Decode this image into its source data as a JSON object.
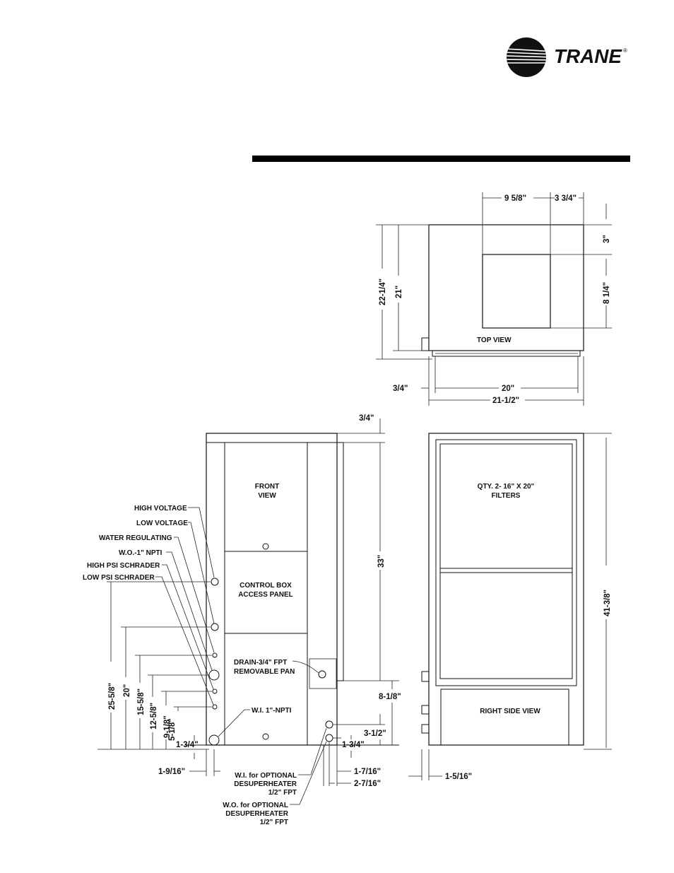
{
  "brand": {
    "name": "TRANE",
    "registered_mark": "®"
  },
  "top_view": {
    "title": "TOP VIEW",
    "dims": {
      "d_9_5_8": "9 5/8\"",
      "d_3_3_4": "3 3/4\"",
      "d_3": "3\"",
      "d_8_1_4": "8 1/4\"",
      "d_22_1_4": "22-1/4\"",
      "d_21": "21\"",
      "d_3_4": "3/4\"",
      "d_20": "20\"",
      "d_21_1_2": "21-1/2\""
    }
  },
  "front_view": {
    "title_line1": "FRONT",
    "title_line2": "VIEW",
    "panel_line1": "CONTROL BOX",
    "panel_line2": "ACCESS PANEL",
    "drain_line1": "DRAIN-3/4\" FPT",
    "drain_line2": "REMOVABLE PAN",
    "callouts": {
      "high_voltage": "HIGH VOLTAGE",
      "low_voltage": "LOW VOLTAGE",
      "water_regulating": "WATER REGULATING",
      "wo_npti": "W.O.-1\" NPTI",
      "high_psi": "HIGH PSI SCHRADER",
      "low_psi": "LOW PSI SCHRADER",
      "wi_npti": "W.I. 1\"-NPTI",
      "wi_desup_1": "W.I. for OPTIONAL",
      "wi_desup_2": "DESUPERHEATER",
      "wi_desup_3": "1/2\" FPT",
      "wo_desup_1": "W.O. for OPTIONAL",
      "wo_desup_2": "DESUPERHEATER",
      "wo_desup_3": "1/2\" FPT"
    },
    "dims": {
      "d_3_4": "3/4\"",
      "d_33": "33\"",
      "d_8_1_8": "8-1/8\"",
      "d_3_1_2": "3-1/2\"",
      "d_1_3_4_right": "1-3/4\"",
      "d_1_7_16": "1-7/16\"",
      "d_2_7_16": "2-7/16\"",
      "d_1_9_16": "1-9/16\"",
      "d_1_3_4_left": "1-3/4\"",
      "d_25_5_8": "25-5/8\"",
      "d_20": "20\"",
      "d_15_5_8": "15-5/8\"",
      "d_12_5_8": "12-5/8\"",
      "d_9_1_8": "9-1/8\"",
      "d_5_1_8": "5-1/8\""
    }
  },
  "side_view": {
    "filters_line1": "QTY. 2- 16\" X 20\"",
    "filters_line2": "FILTERS",
    "title": "RIGHT SIDE VIEW",
    "dims": {
      "d_41_3_8": "41-3/8\"",
      "d_1_5_16": "1-5/16\""
    }
  }
}
